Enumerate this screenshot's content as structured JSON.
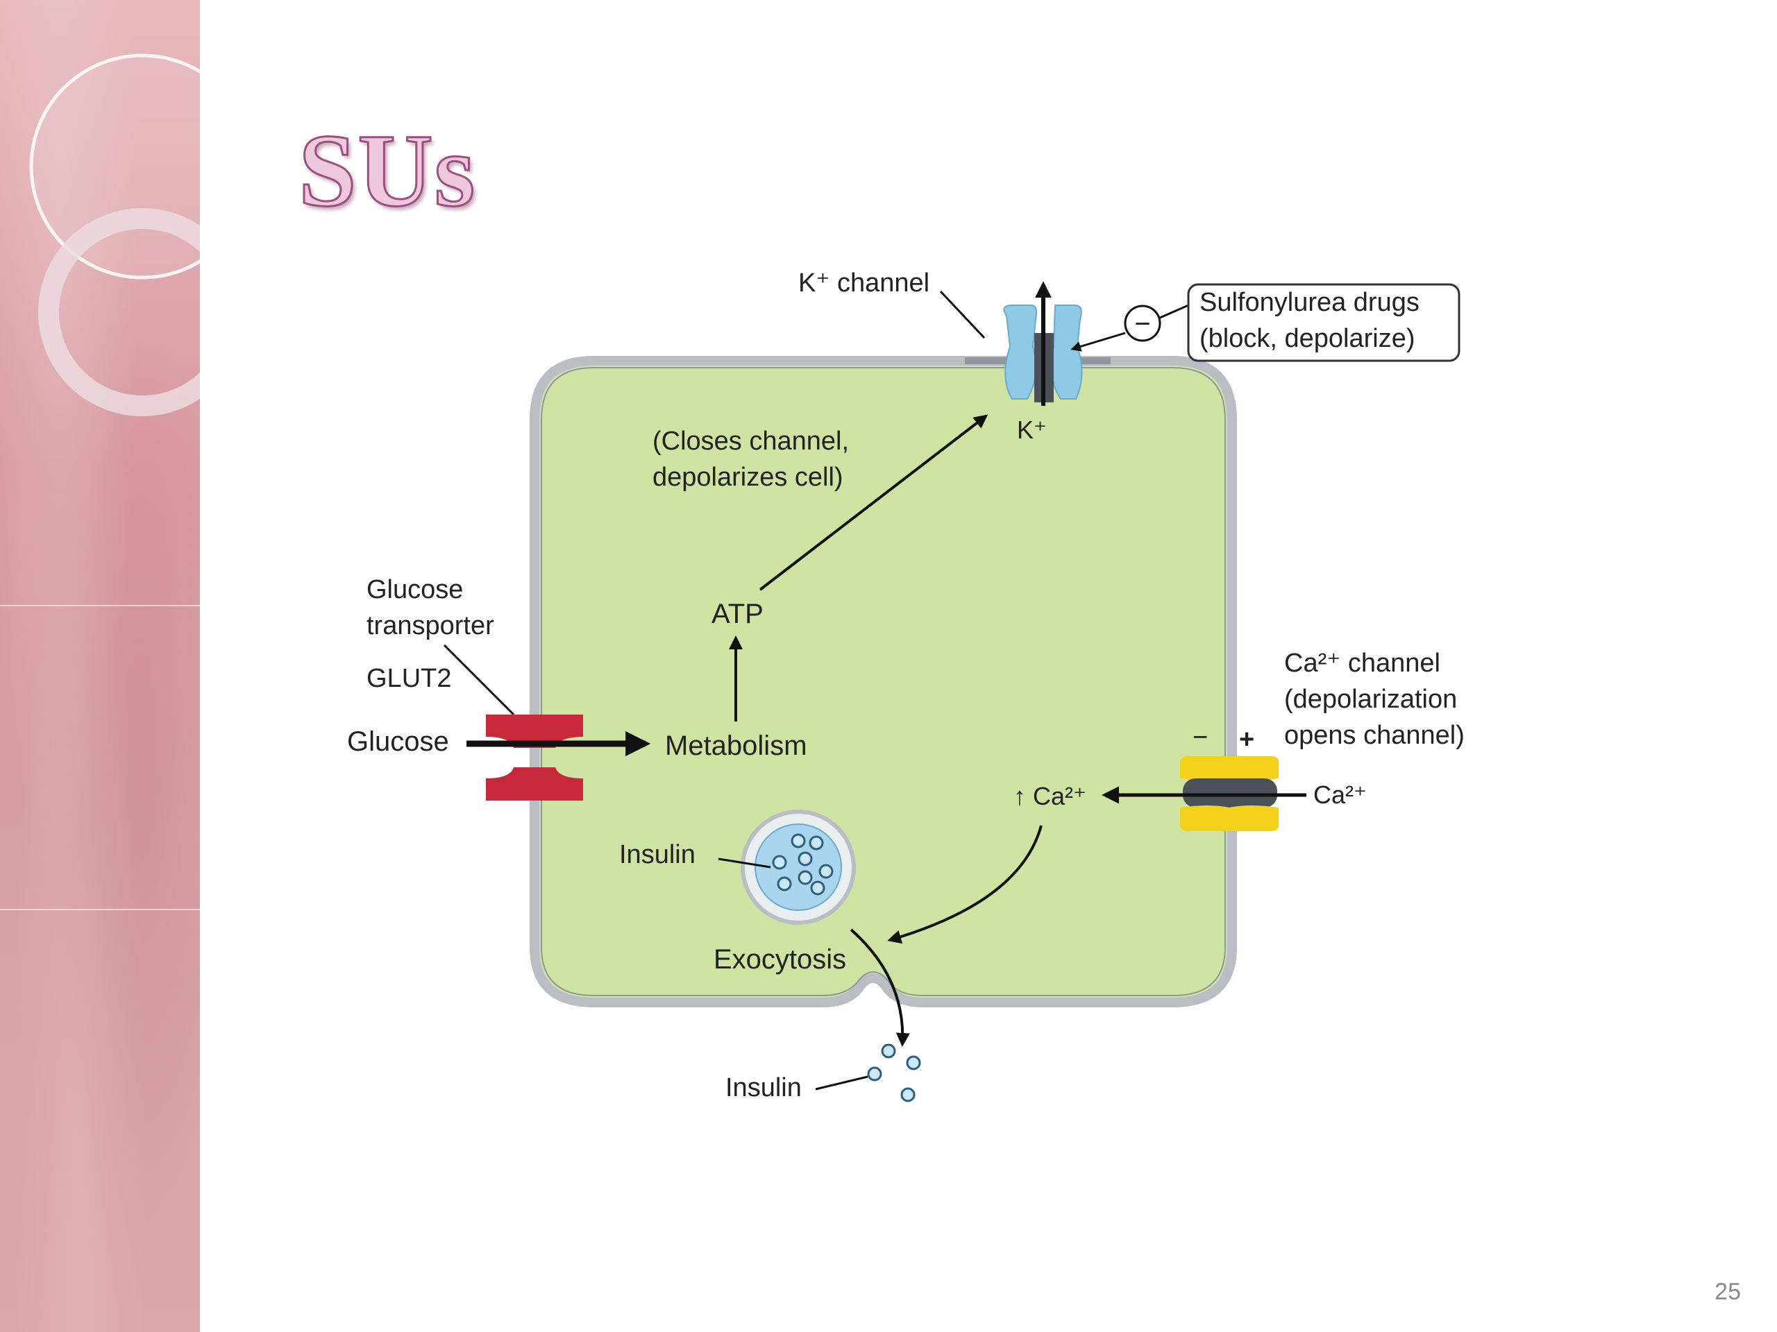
{
  "slide": {
    "title": "SUs",
    "page_number": "25"
  },
  "diagram": {
    "k_channel_label": "K⁺ channel",
    "k_ion": "K⁺",
    "drug_box_line1": "Sulfonylurea drugs",
    "drug_box_line2": "(block, depolarize)",
    "inhibit_symbol": "−",
    "closes_line1": "(Closes channel,",
    "closes_line2": "depolarizes cell)",
    "atp": "ATP",
    "metabolism": "Metabolism",
    "glucose_transporter_line1": "Glucose",
    "glucose_transporter_line2": "transporter",
    "glut2": "GLUT2",
    "glucose": "Glucose",
    "ca_channel_line1": "Ca²⁺ channel",
    "ca_channel_line2": "(depolarization",
    "ca_channel_line3": "opens channel)",
    "minus_sign": "−",
    "plus_sign": "+",
    "ca_outside": "Ca²⁺",
    "ca_inside": "↑ Ca²⁺",
    "insulin_granule": "Insulin",
    "exocytosis": "Exocytosis",
    "insulin_released": "Insulin"
  },
  "colors": {
    "cell_fill": "#cfe3a3",
    "membrane": "#b8bec4",
    "k_channel": "#8ec9e6",
    "glut2": "#c8283c",
    "ca_channel": "#f2d21a",
    "granule": "#a9d5ef",
    "title_fill": "#f0c8dc",
    "title_stroke": "#9b4f80",
    "sidebar": "#d89aa0"
  }
}
